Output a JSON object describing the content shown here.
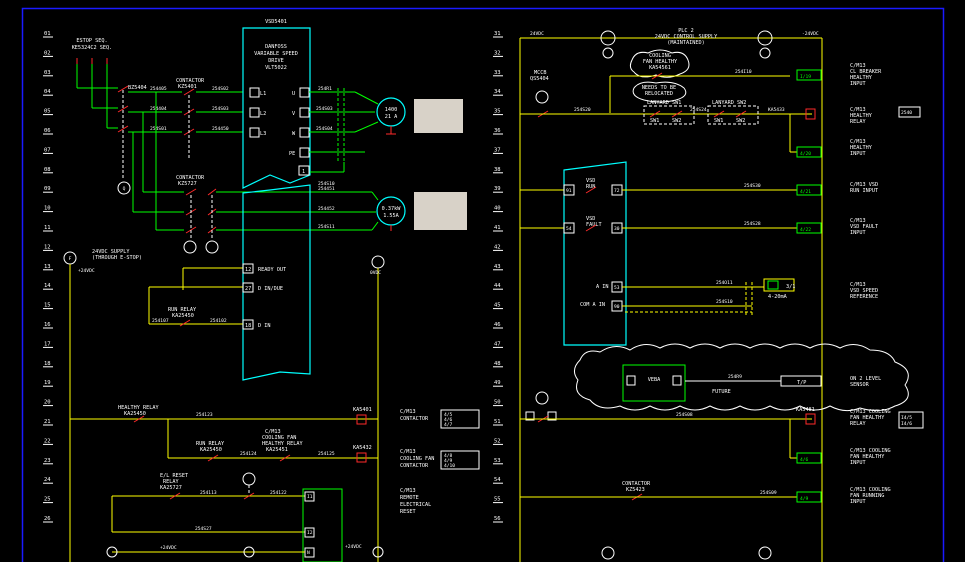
{
  "colors": {
    "background": "#000000",
    "frame": "#1a1aff",
    "wire_power": "#00ff00",
    "wire_control": "#ffff00",
    "device": "#00ffff",
    "contact": "#ff2a2a",
    "text": "#ffffff"
  },
  "left_rungs": [
    "01",
    "02",
    "03",
    "04",
    "05",
    "06",
    "07",
    "08",
    "09",
    "10",
    "11",
    "12",
    "13",
    "14",
    "15",
    "16",
    "17",
    "18",
    "19",
    "20",
    "21",
    "22",
    "23",
    "24",
    "25",
    "26"
  ],
  "right_rungs": [
    "31",
    "32",
    "33",
    "34",
    "35",
    "36",
    "37",
    "38",
    "39",
    "40",
    "41",
    "42",
    "43",
    "44",
    "45",
    "46",
    "47",
    "48",
    "49",
    "50",
    "51",
    "52",
    "53",
    "54",
    "55",
    "56"
  ],
  "left_sheet": {
    "vsd_tag": "VSD5401",
    "vsd_desc": [
      "DANFOSS",
      "VARIABLE SPEED",
      "DRIVE",
      "VLT5022"
    ],
    "vsd_inputs": [
      "L1",
      "L2",
      "L3"
    ],
    "vsd_outputs": [
      "U",
      "V",
      "W",
      "PE"
    ],
    "motor1": [
      "1400",
      "21 A"
    ],
    "motor2": [
      "0.37kW",
      "1.55A"
    ],
    "supply_label": [
      "ESTOP SEQ.",
      "KE5324C2 SEQ."
    ],
    "breaker": "BZ5404",
    "contactor1": [
      "CONTACTOR",
      "KZ5401"
    ],
    "contactor2": [
      "CONTACTOR",
      "KZ5727"
    ],
    "wire_nos": [
      "254405",
      "254404",
      "254S01",
      "254S02",
      "254S03",
      "254450",
      "254451",
      "254452",
      "254S11",
      "254R1"
    ],
    "vsd_term_12": "12",
    "vsd_term_27": "27",
    "vsd_term_18": "18",
    "vsd_term_1": "1",
    "vsd_sig_ready": "READY OUT",
    "vsd_sig_enable": "D IN/DUE",
    "vsd_sig_run": "D IN",
    "supply_24": [
      "24VDC SUPPLY",
      "(THROUGH E-STOP)"
    ],
    "run_relay": [
      "RUN RELAY",
      "KA25450"
    ],
    "wire_230": "254107",
    "wire_24": "254102",
    "healthy_relay": [
      "HEALTHY RELAY",
      "KA25450"
    ],
    "run_relay2": [
      "RUN RELAY",
      "KA25450"
    ],
    "cooling_fan_relay": [
      "C/M13",
      "COOLING FAN",
      "HEALTHY RELAY",
      "KA25451"
    ],
    "reset_relay": [
      "E/L RESET",
      "RELAY",
      "KA25727"
    ],
    "coil1_tag": "KA5401",
    "coil2_tag": "KA5432",
    "coil1_desc": [
      "C/M13",
      "CONTACTOR"
    ],
    "coil2_desc": [
      "C/M13",
      "COOLING FAN",
      "CONTACTOR"
    ],
    "coil3_desc": [
      "C/M13",
      "REMOTE",
      "ELECTRICAL",
      "RESET"
    ],
    "ref_block1": [
      "4/5",
      "4/6",
      "4/7"
    ],
    "ref_block2": [
      "4/8",
      "4/9",
      "4/10"
    ],
    "ref_block3": [
      "I1",
      "I2",
      "N"
    ],
    "bus_24": "+24VDC",
    "bus_0v": "0VDC"
  },
  "right_sheet": {
    "bus_left": "24VDC",
    "bus_right": "-24VDC",
    "plc_title": [
      "PLC 2",
      "24VDC CONTROL SUPPLY",
      "(MAINTAINED)"
    ],
    "cooling_healthy": [
      "COOLING",
      "FAN HEALTHY",
      "KA54561"
    ],
    "relocate_note": [
      "NEEDS TO BE",
      "RELOCATED"
    ],
    "lanyard1": "LANYARD SW1",
    "lanyard2": "LANYARD SW2",
    "sw_labels": [
      "SW1",
      "SW2",
      "SW1",
      "SW2"
    ],
    "breaker": [
      "MCCB",
      "QS5404"
    ],
    "vsd_run": [
      "VSD",
      "RUN"
    ],
    "vsd_fault": [
      "VSD",
      "FAULT"
    ],
    "ain": "A IN",
    "com_ain": "COM A IN",
    "term_a": "91",
    "term_b": "72",
    "term_c": "54",
    "term_d": "30",
    "term_e": "53",
    "term_f": "90",
    "analog_range": "4-20mA",
    "veba": "VEBA",
    "future": "FUTURE",
    "outputs": [
      {
        "tag": "I/19",
        "desc": [
          "C/M13",
          "CL BREAKER",
          "HEALTHY",
          "INPUT"
        ]
      },
      {
        "tag": "KA5433",
        "desc": [
          "C/M13",
          "HEALTHY",
          "RELAY"
        ]
      },
      {
        "tag": "4/20",
        "desc": [
          "C/M13",
          "HEALTHY",
          "INPUT"
        ]
      },
      {
        "tag": "4/21",
        "desc": [
          "C/M13 VSD",
          "RUN INPUT"
        ]
      },
      {
        "tag": "4/22",
        "desc": [
          "C/M13",
          "VSD FAULT",
          "INPUT"
        ]
      },
      {
        "tag": "3/1",
        "desc": [
          "C/M13",
          "VSD SPEED",
          "REFERENCE"
        ]
      },
      {
        "tag": "T/P",
        "desc": [
          "ON 2 LEVEL",
          "SENSOR"
        ]
      },
      {
        "tag": "KA5481",
        "desc": [
          "C/M13 COOLING",
          "FAN HEALTHY",
          "RELAY"
        ]
      },
      {
        "tag": "4/6",
        "desc": [
          "C/M13 COOLING",
          "FAN HEALTHY",
          "INPUT"
        ]
      },
      {
        "tag": "4/9",
        "desc": [
          "C/M13 COOLING",
          "FAN RUNNING",
          "INPUT"
        ]
      }
    ],
    "contactor": [
      "CONTACTOR",
      "KZ5423"
    ],
    "wire_nos": [
      "254S20",
      "254S24",
      "254S30",
      "254S28",
      "254O11",
      "254S10",
      "254R9",
      "254S08",
      "254S09",
      "254O11"
    ],
    "ref_right1": "2540",
    "ref_blocks": [
      "I4/5",
      "I4/6"
    ]
  }
}
